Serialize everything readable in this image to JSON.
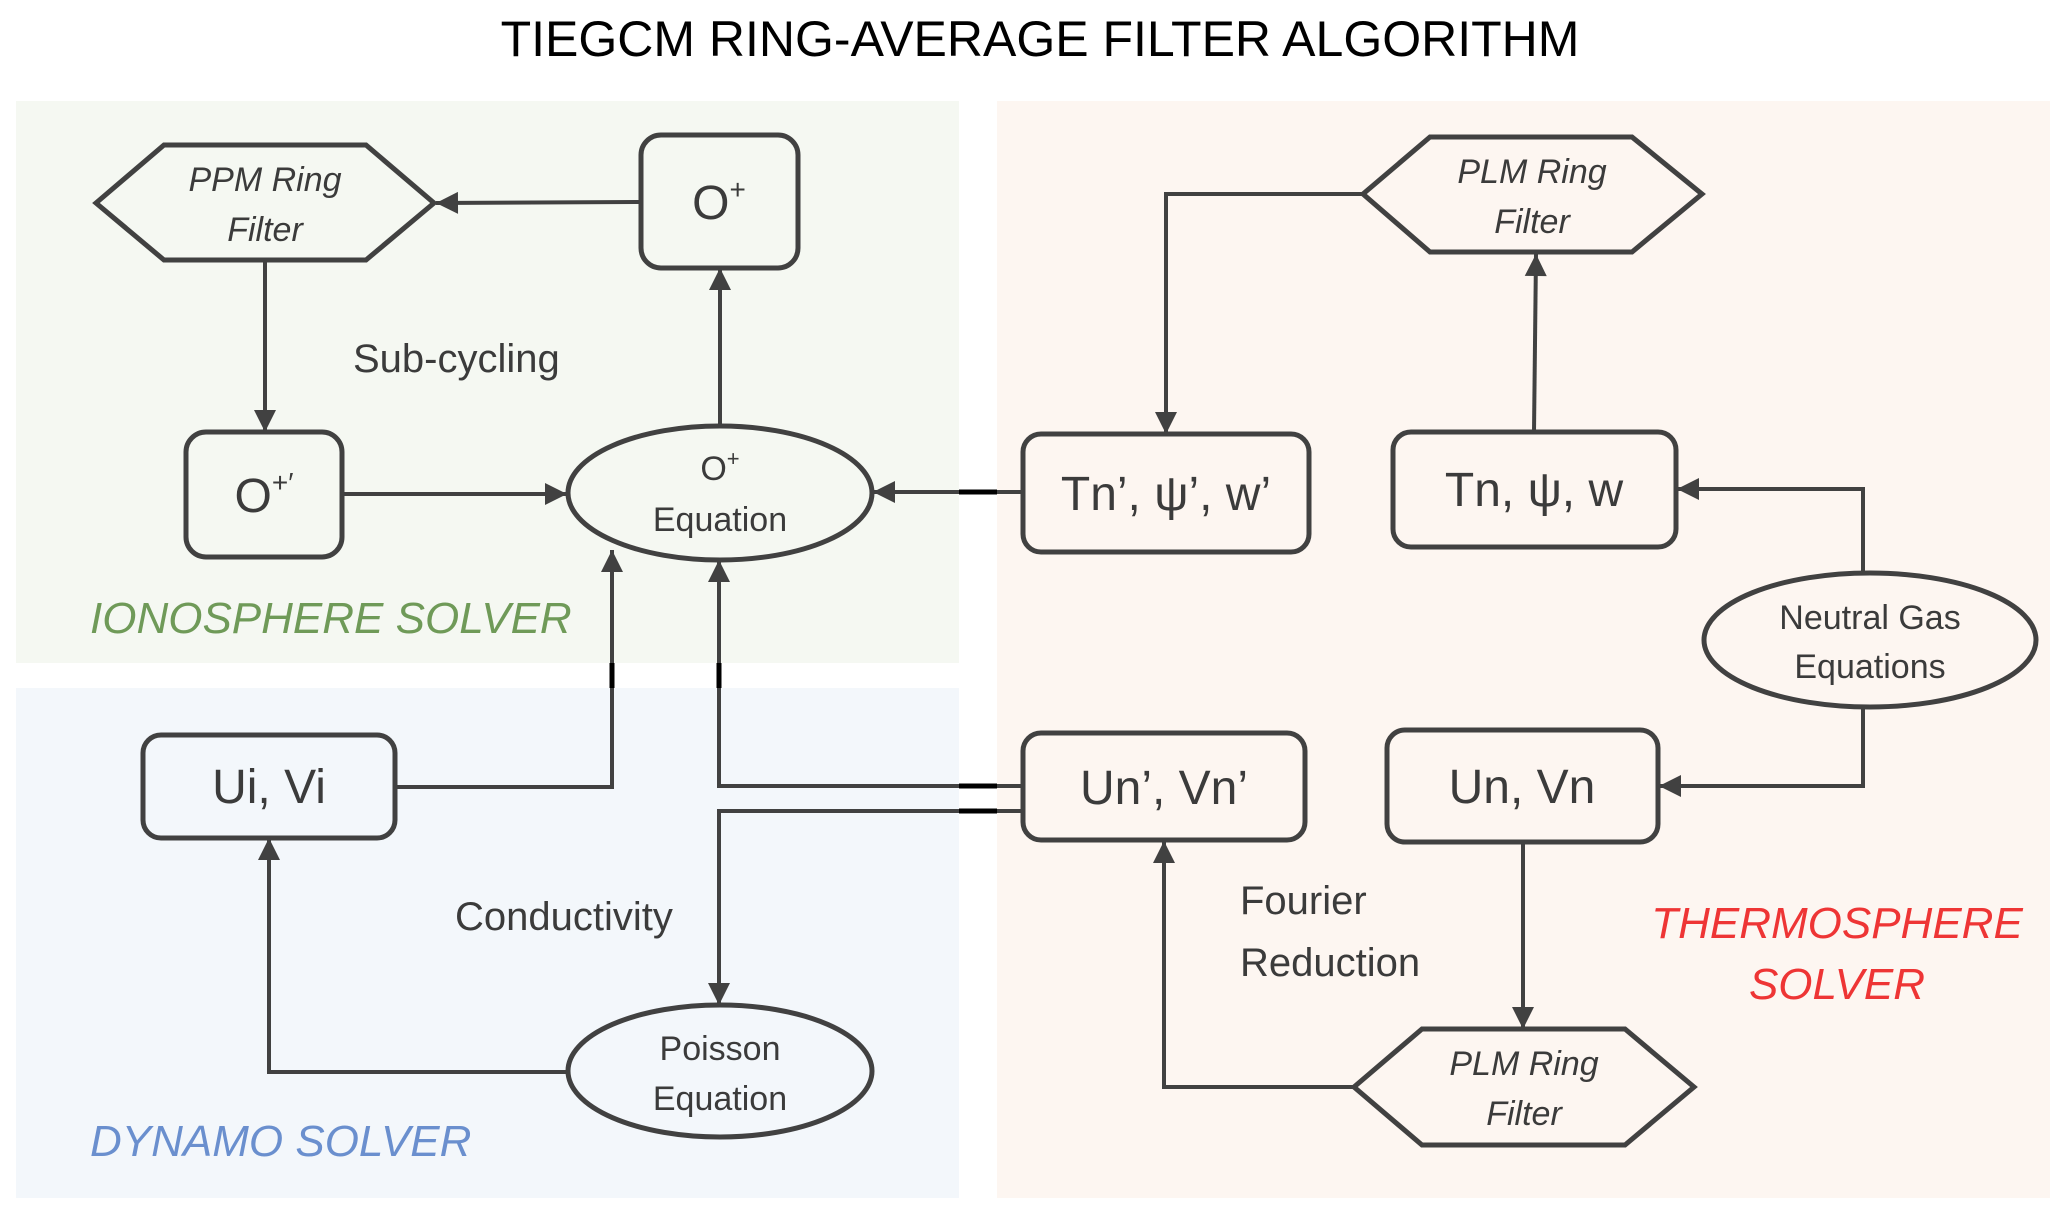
{
  "title": "TIEGCM RING-AVERAGE FILTER ALGORITHM",
  "colors": {
    "ionosphere_panel": "#f5f8f2",
    "dynamo_panel": "#f3f7fb",
    "thermosphere_panel": "#fdf6f1",
    "ionosphere_label": "#6f9a58",
    "dynamo_label": "#6a8fce",
    "thermosphere_label": "#ee3535",
    "stroke": "#414141",
    "text": "#3b3b3b"
  },
  "panels": {
    "ionosphere": {
      "label": "IONOSPHERE SOLVER"
    },
    "dynamo": {
      "label": "DYNAMO SOLVER"
    },
    "thermosphere": {
      "label_line1": "THERMOSPHERE",
      "label_line2": "SOLVER"
    }
  },
  "nodes": {
    "ppm_filter": {
      "type": "hexagon",
      "line1": "PPM Ring",
      "line2": "Filter"
    },
    "o_plus": {
      "type": "box",
      "main": "O",
      "sup": "+"
    },
    "o_plus_prime": {
      "type": "box",
      "main": "O",
      "sup": "+′"
    },
    "o_plus_equation": {
      "type": "ellipse",
      "line1_main": "O",
      "line1_sup": "+",
      "line2": "Equation"
    },
    "tn_prime": {
      "type": "box",
      "label": "Tn’, ψ’, w’"
    },
    "tn": {
      "type": "box",
      "label": "Tn, ψ, w"
    },
    "plm_filter_top": {
      "type": "hexagon",
      "line1": "PLM Ring",
      "line2": "Filter"
    },
    "neutral_gas": {
      "type": "ellipse",
      "line1": "Neutral Gas",
      "line2": "Equations"
    },
    "ui_vi": {
      "type": "box",
      "label": "Ui, Vi"
    },
    "un_prime": {
      "type": "box",
      "label": "Un’, Vn’"
    },
    "un": {
      "type": "box",
      "label": "Un, Vn"
    },
    "poisson": {
      "type": "ellipse",
      "line1": "Poisson",
      "line2": "Equation"
    },
    "plm_filter_bottom": {
      "type": "hexagon",
      "line1": "PLM Ring",
      "line2": "Filter"
    }
  },
  "annotations": {
    "sub_cycling": "Sub-cycling",
    "conductivity": "Conductivity",
    "fourier_line1": "Fourier",
    "fourier_line2": "Reduction"
  },
  "edges": [
    {
      "from": "o_plus",
      "to": "ppm_filter"
    },
    {
      "from": "ppm_filter",
      "to": "o_plus_prime"
    },
    {
      "from": "o_plus_prime",
      "to": "o_plus_equation"
    },
    {
      "from": "o_plus_equation",
      "to": "o_plus"
    },
    {
      "from": "tn_prime",
      "to": "o_plus_equation"
    },
    {
      "from": "plm_filter_top",
      "to": "tn_prime"
    },
    {
      "from": "tn",
      "to": "plm_filter_top"
    },
    {
      "from": "neutral_gas",
      "to": "tn"
    },
    {
      "from": "neutral_gas",
      "to": "un"
    },
    {
      "from": "un",
      "to": "plm_filter_bottom"
    },
    {
      "from": "plm_filter_bottom",
      "to": "un_prime"
    },
    {
      "from": "un_prime",
      "to": "o_plus_equation"
    },
    {
      "from": "un_prime",
      "to": "poisson",
      "label": "Conductivity"
    },
    {
      "from": "poisson",
      "to": "ui_vi"
    },
    {
      "from": "ui_vi",
      "to": "o_plus_equation"
    }
  ]
}
